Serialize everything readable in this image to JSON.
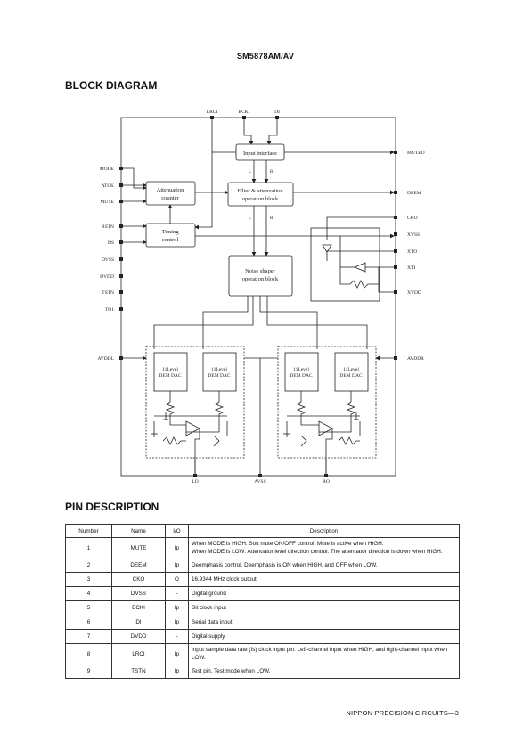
{
  "header": {
    "title": "SM5878AM/AV"
  },
  "block_diagram": {
    "heading": "BLOCK DIAGRAM",
    "top_pins": [
      "LRCI",
      "BCKI",
      "DI"
    ],
    "left_pins": [
      "MODE",
      "ATCK",
      "MUTE",
      "RSTN",
      "DS",
      "DVSS",
      "DVDD",
      "TSTN",
      "TO1",
      "AVDDL"
    ],
    "right_pins": [
      "MUTEO",
      "DEEM",
      "CKO",
      "XVSS",
      "XTO",
      "XTI",
      "XVDD",
      "AVDDR"
    ],
    "bottom_pins": [
      "LO",
      "AVSS",
      "RO"
    ],
    "blocks": {
      "input_interface": "Input interface",
      "filter_line1": "Filter & attenuation",
      "filter_line2": "operation block",
      "atten_line1": "Attenuation",
      "atten_line2": "counter",
      "timing_line1": "Timing",
      "timing_line2": "control",
      "noise_line1": "Noise shaper",
      "noise_line2": "operation block",
      "dac_line1": "11Level",
      "dac_line2": "DEM DAC"
    },
    "channel_labels": {
      "l": "L",
      "r": "R"
    }
  },
  "pin_description": {
    "heading": "PIN DESCRIPTION",
    "columns": [
      "Number",
      "Name",
      "I/O",
      "Description"
    ],
    "rows": [
      {
        "number": "1",
        "name": "MUTE",
        "io": "Ip",
        "desc1": "When MODE is HIGH: Soft mute ON/OFF control. Mute is active when HIGH.",
        "desc2": "When MODE is LOW: Attenuator level direction control. The attenuator direction is down when HIGH."
      },
      {
        "number": "2",
        "name": "DEEM",
        "io": "Ip",
        "desc1": "Deemphasis control. Deemphasis is ON when HIGH, and OFF when LOW.",
        "desc2": ""
      },
      {
        "number": "3",
        "name": "CKO",
        "io": "O",
        "desc1": "16.9344 MHz clock output",
        "desc2": ""
      },
      {
        "number": "4",
        "name": "DVSS",
        "io": "-",
        "desc1": "Digital ground",
        "desc2": ""
      },
      {
        "number": "5",
        "name": "BCKI",
        "io": "Ip",
        "desc1": "Bit clock input",
        "desc2": ""
      },
      {
        "number": "6",
        "name": "DI",
        "io": "Ip",
        "desc1": "Serial data input",
        "desc2": ""
      },
      {
        "number": "7",
        "name": "DVDD",
        "io": "-",
        "desc1": "Digital supply",
        "desc2": ""
      },
      {
        "number": "8",
        "name": "LRCI",
        "io": "Ip",
        "desc1": "Input sample data rate (fs) clock input pin. Left-channel input when HIGH, and right-channel input when",
        "desc2": "LOW."
      },
      {
        "number": "9",
        "name": "TSTN",
        "io": "Ip",
        "desc1": "Test pin. Test mode when LOW.",
        "desc2": ""
      }
    ]
  },
  "footer": {
    "text": "NIPPON PRECISION CIRCUITS—3"
  }
}
